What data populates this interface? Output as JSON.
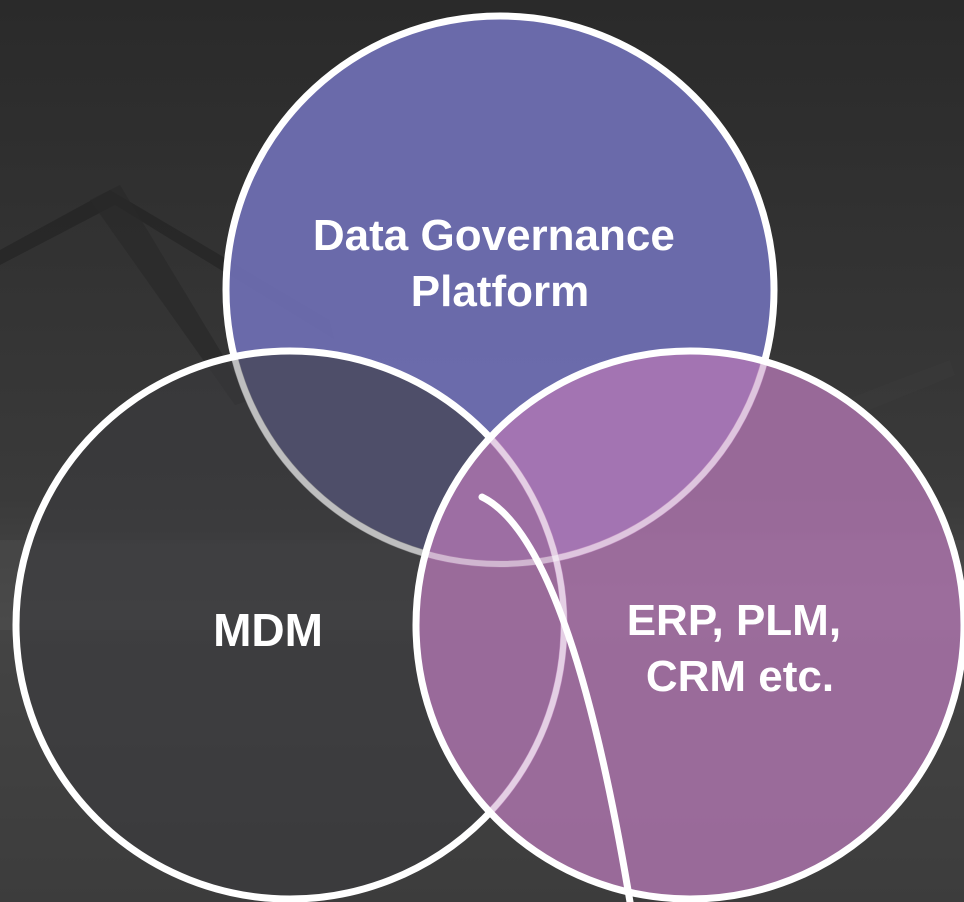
{
  "colors": {
    "background": "#2f2f2f",
    "outline": "#ffffff",
    "top_circle_fill": "#6f6fb4",
    "left_circle_fill": "#3a3a3d",
    "right_circle_fill": "#b377b3"
  },
  "circles": {
    "top": {
      "label_lines": [
        "Data Governance",
        "Platform"
      ]
    },
    "left": {
      "label_lines": [
        "MDM"
      ]
    },
    "right": {
      "label_lines": [
        "ERP, PLM,",
        "CRM etc."
      ]
    }
  }
}
